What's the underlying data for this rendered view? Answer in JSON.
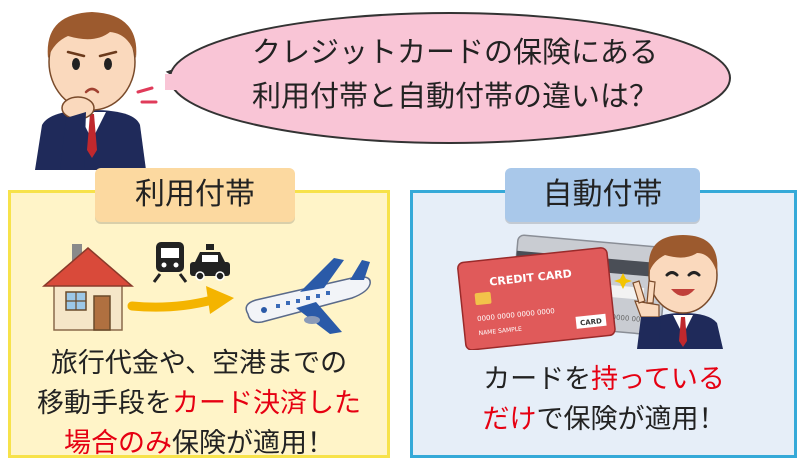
{
  "bubble": {
    "line1": "クレジットカードの保険にある",
    "line2": "利用付帯と自動付帯の違いは？"
  },
  "left_panel": {
    "title": "利用付帯",
    "caption_line1": "旅行代金や、空港までの",
    "caption_line2_plain": "移動手段を",
    "caption_line2_highlight": "カード決済した",
    "caption_line3_highlight": "場合のみ",
    "caption_line3_plain": "保険が適用！"
  },
  "right_panel": {
    "title": "自動付帯",
    "caption_line1_plain": "カードを",
    "caption_line1_highlight": "持っている",
    "caption_line2_highlight": "だけ",
    "caption_line2_plain": "で保険が適用！",
    "card_front_text": "CREDIT CARD",
    "card_number": "0000 0000 0000 0000",
    "card_back_label": "CARD",
    "card_name_sample": "NAME SAMPLE"
  },
  "colors": {
    "highlight": "#e60012",
    "bubble_fill": "#f9c5d6",
    "left_panel_bg": "#fff4c8",
    "right_panel_bg": "#e6eef8"
  },
  "icons": [
    "worried-businessman-icon",
    "house-icon",
    "train-icon",
    "taxi-icon",
    "airplane-icon",
    "credit-card-icon",
    "smiling-businessman-icon"
  ]
}
